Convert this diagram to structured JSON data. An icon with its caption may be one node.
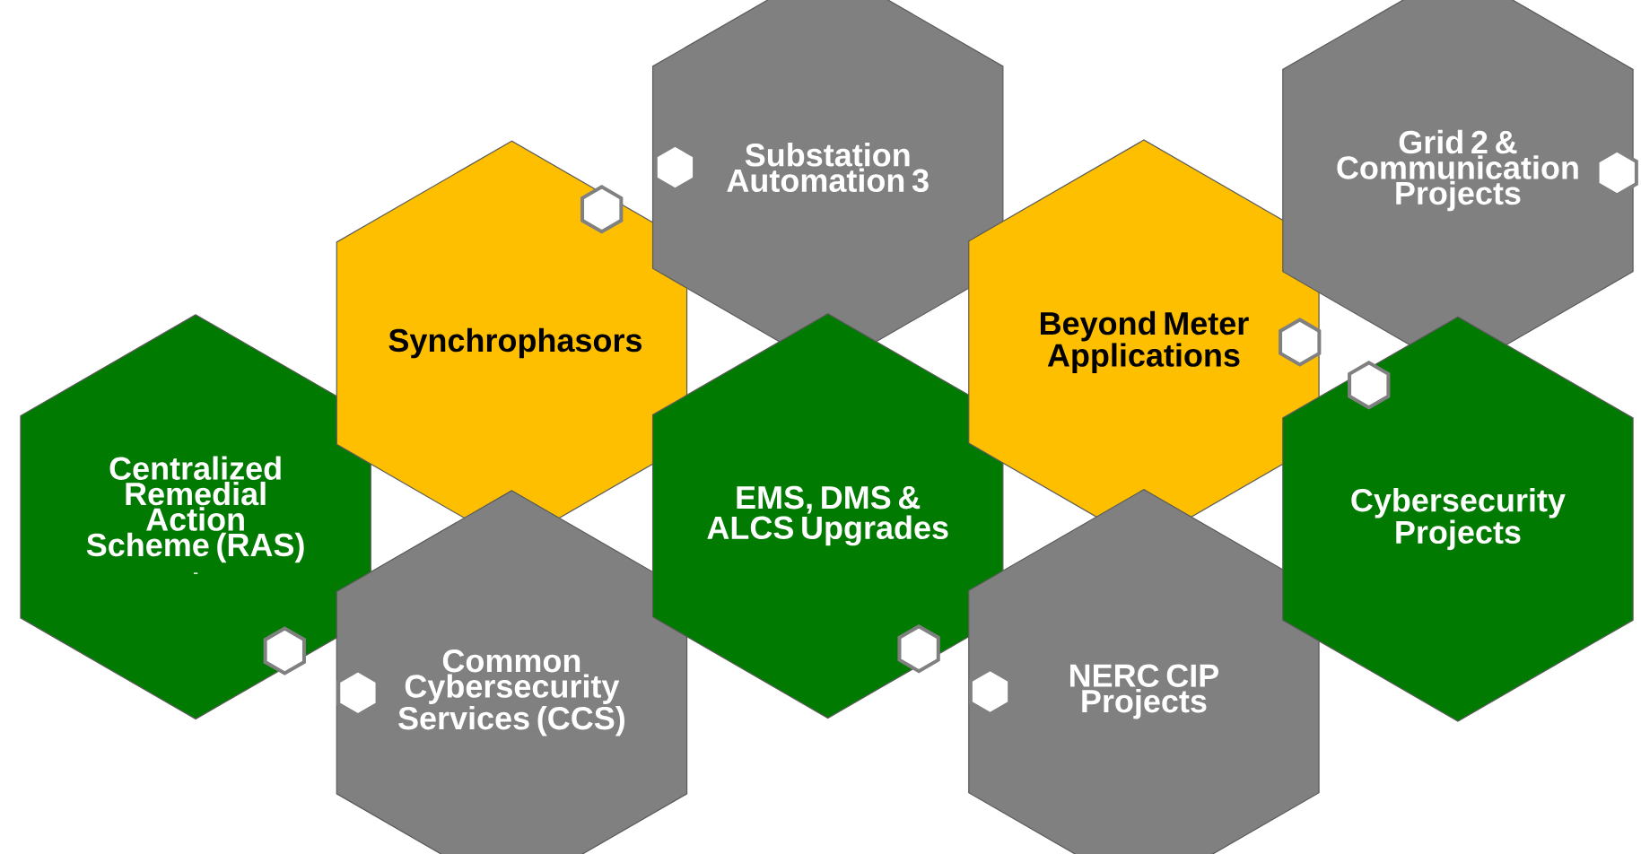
{
  "diagram": {
    "nodes": [
      {
        "text": [
          "Centralized Remedial Action Scheme (RAS)",
          "-"
        ]
      },
      {
        "text": [
          "Synchrophasors"
        ]
      },
      {
        "text": [
          "Common Cybersecurity Services (CCS)"
        ]
      },
      {
        "text": [
          "Substation Automation 3"
        ]
      },
      {
        "text": [
          "EMS, DMS & ALCS Upgrades"
        ]
      },
      {
        "text": [
          "Beyond Meter Applications"
        ]
      },
      {
        "text": [
          "NERC CIP Projects"
        ]
      },
      {
        "text": [
          "Grid 2 & Communication Projects"
        ]
      },
      {
        "text": [
          "Cybersecurity Projects"
        ]
      }
    ]
  }
}
